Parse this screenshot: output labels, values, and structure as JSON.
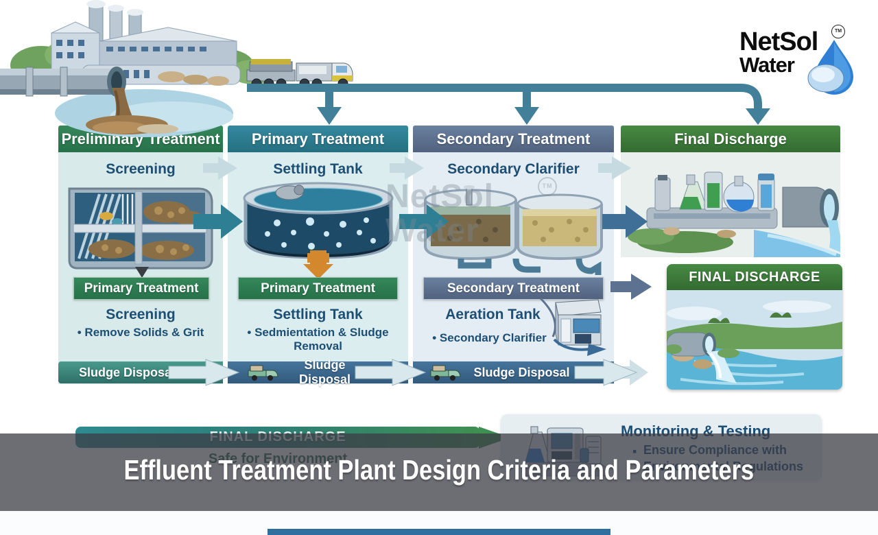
{
  "logo": {
    "name_top": "NetSol",
    "name_bottom": "Water",
    "tm": "TM"
  },
  "watermark": {
    "line1": "NetSol",
    "line2": "Water",
    "tm": "TM"
  },
  "columns": [
    {
      "header": "Preliminary Treatment",
      "subtitle": "Screening",
      "badge": "Primary Treatment",
      "detail_title": "Screening",
      "detail_bullet": "• Remove Solids & Grit",
      "footer_label": "Sludge Disposal"
    },
    {
      "header": "Primary Treatment",
      "subtitle": "Settling Tank",
      "badge": "Primary Treatment",
      "detail_title": "Settling Tank",
      "detail_bullet": "• Sedmientation & Sludge Removal",
      "footer_label": "Sludge Disposal"
    },
    {
      "header": "Secondary Treatment",
      "subtitle": "Secondary Clarifier",
      "badge": "Secondary Treatment",
      "detail_title": "Aeration Tank",
      "detail_bullet": "• Secondary Clarifier",
      "footer_label": "Sludge Disposal"
    },
    {
      "header": "Final Discharge",
      "panel_header": "FINAL DISCHARGE"
    }
  ],
  "bottom": {
    "discharge_bar_label": "FINAL DISCHARGE",
    "discharge_caption": "Safe for Environment",
    "monitoring_title": "Monitoring & Testing",
    "monitoring_marker": "▪",
    "monitoring_line1": "Ensure Compliance with",
    "monitoring_line2": "Environmental Regulations",
    "banner_title": "Effluent Treatment Plant Design Criteria and Parameters"
  },
  "colors": {
    "preliminary_header": "#2e7d50",
    "primary_header": "#2e7f93",
    "secondary_header": "#5d7191",
    "final_header": "#3e7d3c",
    "sludge_teal": "#3f8d82",
    "sludge_blue": "#3f6f96",
    "navy_text": "#1d4e73",
    "flow_line": "#42809a",
    "banner_overlay": "rgba(60,60,70,0.75)"
  }
}
